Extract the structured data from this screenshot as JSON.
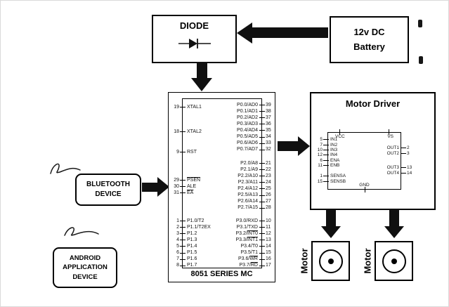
{
  "palette": {
    "ink": "#111111",
    "line": "#000000",
    "background": "#ffffff"
  },
  "diode": {
    "title": "DIODE"
  },
  "battery": {
    "line1": "12v DC",
    "line2": "Battery"
  },
  "bluetooth": {
    "line1": "BLUETOOTH",
    "line2": "DEVICE"
  },
  "android": {
    "line1": "ANDROID",
    "line2": "APPLICATION",
    "line3": "DEVICE"
  },
  "mcu": {
    "label": "8051 SERIES MC",
    "xtal": [
      {
        "num": "19",
        "pre": "XTAL1",
        "ov": ""
      },
      {
        "num": "18",
        "pre": "XTAL2",
        "ov": ""
      }
    ],
    "rst": [
      {
        "num": "9",
        "pre": "RST",
        "ov": ""
      }
    ],
    "ctrl": [
      {
        "num": "29",
        "pre": "",
        "ov": "PSEN"
      },
      {
        "num": "30",
        "pre": "ALE",
        "ov": ""
      },
      {
        "num": "31",
        "pre": "",
        "ov": "EA"
      }
    ],
    "p1": [
      {
        "num": "1",
        "pre": "P1.0/T2",
        "ov": ""
      },
      {
        "num": "2",
        "pre": "P1.1/T2EX",
        "ov": ""
      },
      {
        "num": "3",
        "pre": "P1.2",
        "ov": ""
      },
      {
        "num": "4",
        "pre": "P1.3",
        "ov": ""
      },
      {
        "num": "5",
        "pre": "P1.4",
        "ov": ""
      },
      {
        "num": "6",
        "pre": "P1.5",
        "ov": ""
      },
      {
        "num": "7",
        "pre": "P1.6",
        "ov": ""
      },
      {
        "num": "8",
        "pre": "P1.7",
        "ov": ""
      }
    ],
    "p0": [
      {
        "num": "39",
        "pre": "P0.0/AD0",
        "ov": ""
      },
      {
        "num": "38",
        "pre": "P0.1/AD1",
        "ov": ""
      },
      {
        "num": "37",
        "pre": "P0.2/AD2",
        "ov": ""
      },
      {
        "num": "36",
        "pre": "P0.3/AD3",
        "ov": ""
      },
      {
        "num": "35",
        "pre": "P0.4/AD4",
        "ov": ""
      },
      {
        "num": "34",
        "pre": "P0.5/AD5",
        "ov": ""
      },
      {
        "num": "33",
        "pre": "P0.6/AD6",
        "ov": ""
      },
      {
        "num": "32",
        "pre": "P0.7/AD7",
        "ov": ""
      }
    ],
    "p2": [
      {
        "num": "21",
        "pre": "P2.0/A8",
        "ov": ""
      },
      {
        "num": "22",
        "pre": "P2.1/A9",
        "ov": ""
      },
      {
        "num": "23",
        "pre": "P2.2/A10",
        "ov": ""
      },
      {
        "num": "24",
        "pre": "P2.3/A11",
        "ov": ""
      },
      {
        "num": "25",
        "pre": "P2.4/A12",
        "ov": ""
      },
      {
        "num": "26",
        "pre": "P2.5/A13",
        "ov": ""
      },
      {
        "num": "27",
        "pre": "P2.6/A14",
        "ov": ""
      },
      {
        "num": "28",
        "pre": "P2.7/A15",
        "ov": ""
      }
    ],
    "p3": [
      {
        "num": "10",
        "pre": "P3.0/RXD",
        "ov": ""
      },
      {
        "num": "11",
        "pre": "P3.1/TXD",
        "ov": ""
      },
      {
        "num": "12",
        "pre": "P3.2/",
        "ov": "INT0"
      },
      {
        "num": "13",
        "pre": "P3.3/",
        "ov": "INT1"
      },
      {
        "num": "14",
        "pre": "P3.4/T0",
        "ov": ""
      },
      {
        "num": "15",
        "pre": "P3.5/T1",
        "ov": ""
      },
      {
        "num": "16",
        "pre": "P3.6/",
        "ov": "WR"
      },
      {
        "num": "17",
        "pre": "P3.7/",
        "ov": "RD"
      }
    ]
  },
  "driver": {
    "title": "Motor Driver",
    "vcc": "VCC",
    "vs": "VS",
    "gnd": "GND",
    "inputs": [
      {
        "num": "5",
        "name": "IN1"
      },
      {
        "num": "7",
        "name": "IN2"
      },
      {
        "num": "10",
        "name": "IN3"
      },
      {
        "num": "12",
        "name": "IN4"
      },
      {
        "num": "6",
        "name": "ENA"
      },
      {
        "num": "11",
        "name": "ENB"
      }
    ],
    "sense": [
      {
        "num": "1",
        "name": "SENSA"
      },
      {
        "num": "15",
        "name": "SENSB"
      }
    ],
    "outs_a": [
      {
        "num": "2",
        "name": "OUT1"
      },
      {
        "num": "3",
        "name": "OUT2"
      }
    ],
    "outs_b": [
      {
        "num": "13",
        "name": "OUT3"
      },
      {
        "num": "14",
        "name": "OUT4"
      }
    ]
  },
  "motors": {
    "left_label": "Motor",
    "right_label": "Motor"
  }
}
